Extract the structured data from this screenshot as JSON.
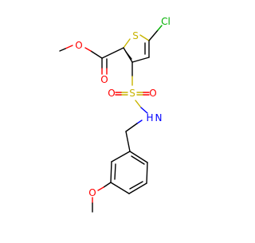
{
  "molecule": {
    "atoms": {
      "chlorine": "Cl",
      "thiophene_sulfur": "S",
      "ester_ether_oxygen": "O",
      "carbonyl_oxygen": "O",
      "sulfonyl_sulfur": "S",
      "sulfonyl_oxygen_left": "O",
      "sulfonyl_oxygen_right": "O",
      "sulfonamide_nitrogen_hydrogen": "H",
      "sulfonamide_nitrogen": "N",
      "methoxy_oxygen": "O"
    },
    "colors": {
      "carbon_bonds": "#000000",
      "sulfur": "#c8b400",
      "oxygen": "#ff0000",
      "nitrogen": "#0000ff",
      "chlorine": "#00b000"
    }
  }
}
